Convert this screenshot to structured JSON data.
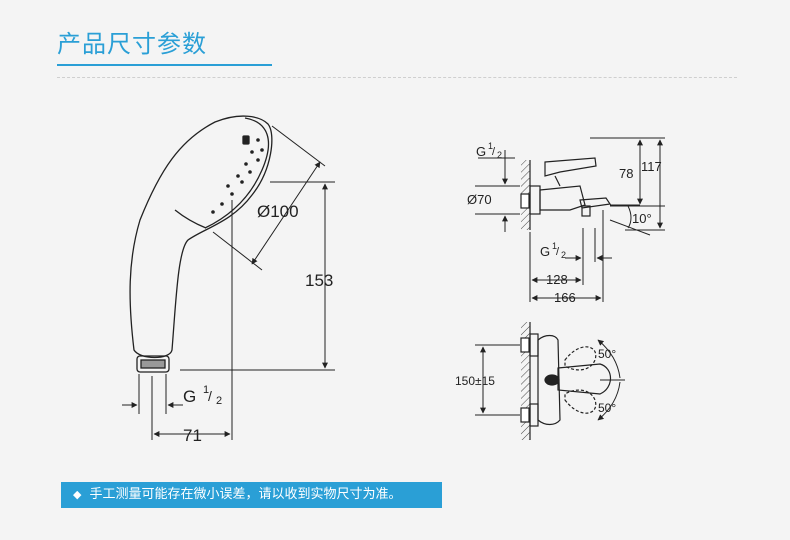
{
  "header": {
    "title": "产品尺寸参数"
  },
  "hand_shower": {
    "diameter": "Ø100",
    "length": "153",
    "thread": "G",
    "thread_fraction_num": "1",
    "thread_fraction_den": "2",
    "width": "71"
  },
  "mixer_side": {
    "thread_top": "G",
    "thread_top_num": "1",
    "thread_top_den": "2",
    "diameter": "Ø70",
    "h78": "78",
    "h117": "117",
    "angle": "10°",
    "thread_bottom": "G",
    "thread_bottom_num": "1",
    "thread_bottom_den": "2",
    "w128": "128",
    "w166": "166"
  },
  "mixer_top": {
    "spacing": "150±15",
    "angle_top": "50°",
    "angle_bottom": "50°"
  },
  "note": {
    "icon": "diamond-bullet-icon",
    "text": "手工测量可能存在微小误差，请以收到实物尺寸为准。"
  },
  "colors": {
    "accent": "#2a9fd6",
    "background": "#f4f4f4"
  }
}
